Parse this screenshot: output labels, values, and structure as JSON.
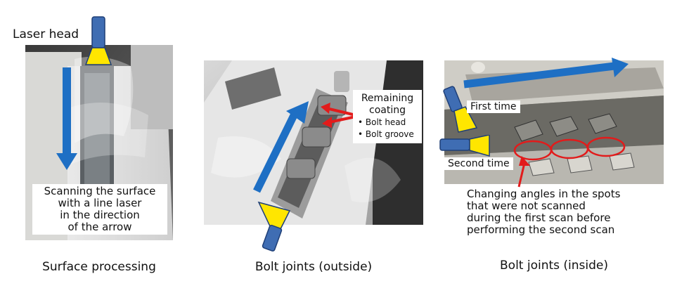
{
  "panels": [
    {
      "caption": "Surface processing",
      "labels": {
        "laser_head": "Laser head",
        "instruction": [
          "Scanning the surface",
          "with a line laser",
          "in the direction",
          "of the arrow"
        ]
      }
    },
    {
      "caption": "Bolt joints (outside)",
      "labels": {
        "callout_title": [
          "Remaining",
          "coating"
        ],
        "callout_bullets": [
          "• Bolt head",
          "• Bolt groove"
        ]
      }
    },
    {
      "caption": "Bolt joints (inside)",
      "labels": {
        "first_time": "First time",
        "second_time": "Second time",
        "note": [
          "Changing angles in the spots",
          "that were not scanned",
          "during the first scan before",
          "performing the second scan"
        ]
      }
    }
  ],
  "colors": {
    "arrow_blue": "#1e6fc4",
    "laser_body": "#3f6db3",
    "laser_cone": "#ffe600",
    "highlight_red": "#e21b1b"
  },
  "icons": [
    "laser-head-icon",
    "scan-direction-arrow-icon",
    "red-pointer-arrow-icon",
    "red-ellipse-marker-icon"
  ]
}
